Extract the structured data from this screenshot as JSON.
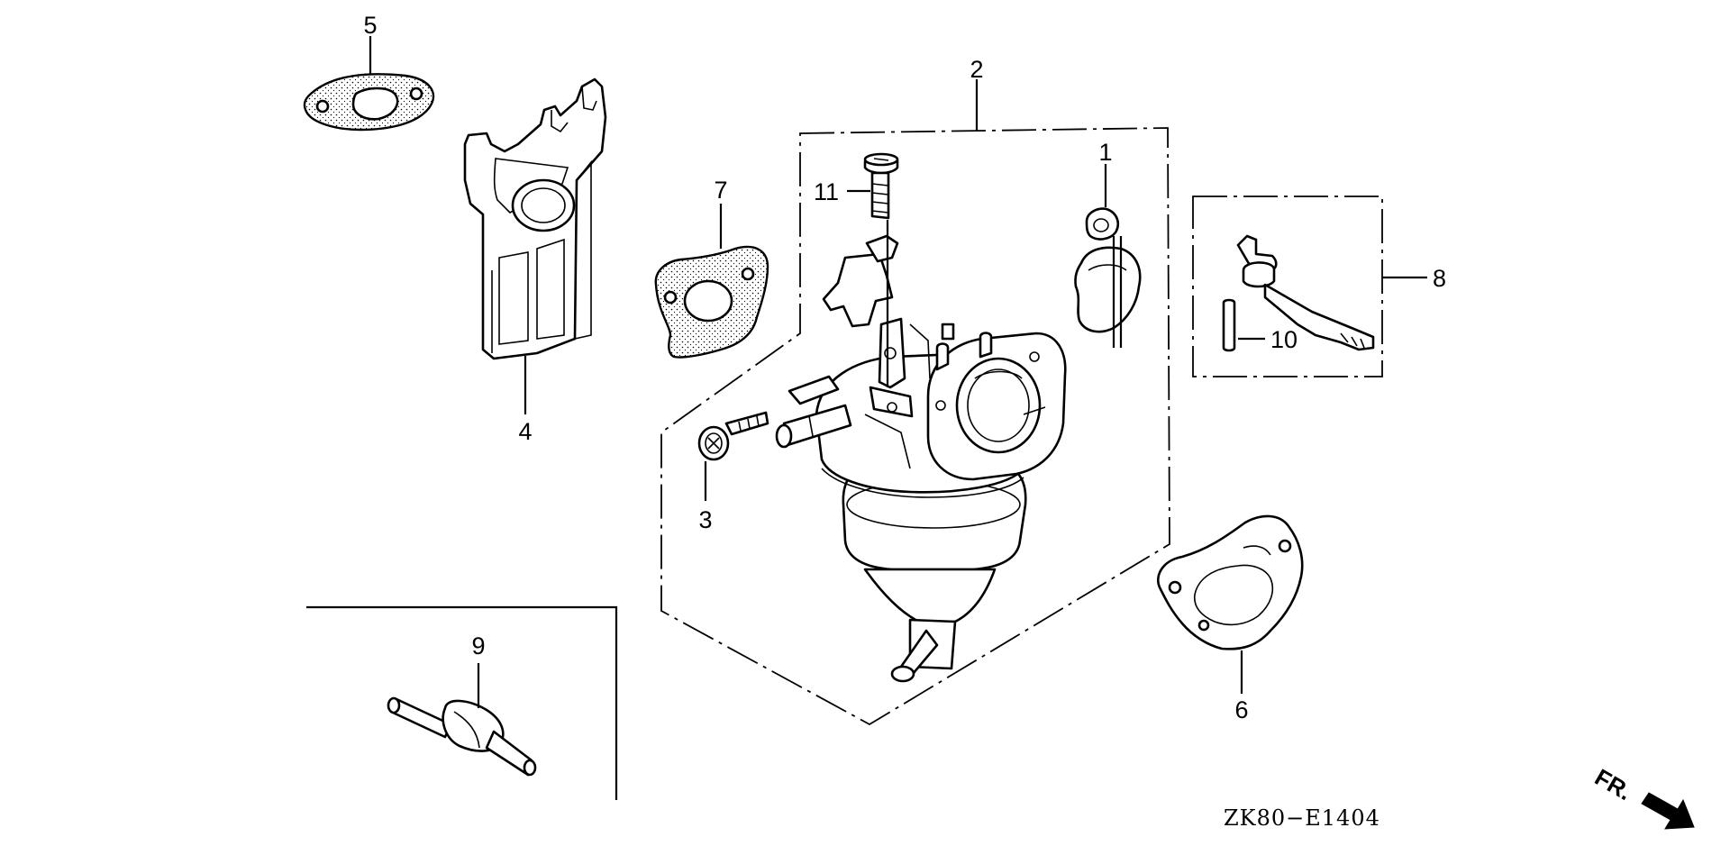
{
  "callouts": {
    "c1": "1",
    "c2": "2",
    "c3": "3",
    "c4": "4",
    "c5": "5",
    "c6": "6",
    "c7": "7",
    "c8": "8",
    "c9": "9",
    "c10": "10",
    "c11": "11"
  },
  "diagram_code": "ZK80−E1404",
  "direction_marker": "FR."
}
